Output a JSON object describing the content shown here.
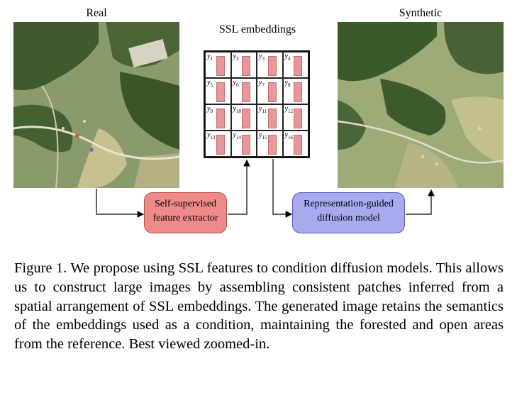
{
  "figure": {
    "real_label": "Real",
    "synthetic_label": "Synthetic",
    "grid_title": "SSL embeddings",
    "grid_cells": [
      "y1",
      "y2",
      "y3",
      "y4",
      "y5",
      "y6",
      "y7",
      "y8",
      "y9",
      "y10",
      "y11",
      "y12",
      "y13",
      "y14",
      "y15",
      "y16"
    ],
    "extractor_label_line1": "Self-supervised",
    "extractor_label_line2": "feature extractor",
    "diffusion_label_line1": "Representation-guided",
    "diffusion_label_line2": "diffusion model",
    "extractor_color": "#ef8a8a",
    "diffusion_color": "#a9a9f0",
    "embedding_bar_color": "#e8969a"
  },
  "caption": {
    "text": "Figure 1.  We propose using SSL features to condition diffusion models.  This allows us to construct large images by assembling consistent patches inferred from a spatial arrangement of SSL embeddings.  The generated image retains the semantics of the embeddings used as a condition, maintaining the forested and open areas from the reference. Best viewed zoomed-in."
  }
}
